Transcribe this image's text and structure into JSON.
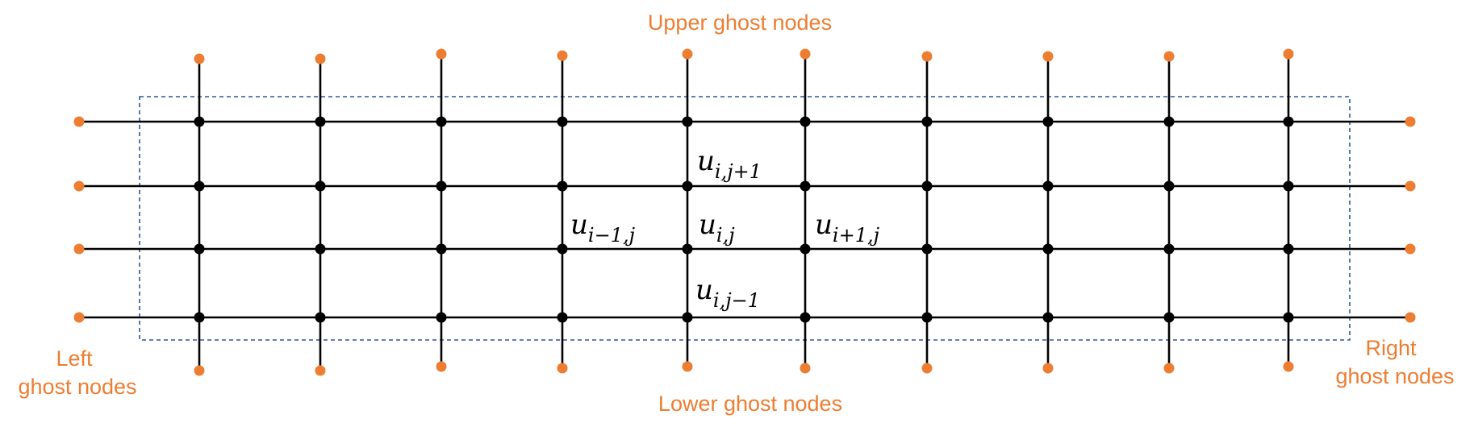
{
  "diagram": {
    "colors": {
      "interior_node": "#000000",
      "ghost_node": "#ED7D31",
      "grid_line": "#000000",
      "domain_boundary": "#2F5597",
      "label_text": "#ED7D31"
    },
    "grid": {
      "interior_columns": 10,
      "interior_rows": 4
    },
    "labels": {
      "upper": "Upper ghost nodes",
      "lower": "Lower ghost nodes",
      "left_line1": "Left",
      "left_line2": "ghost nodes",
      "right_line1": "Right",
      "right_line2": "ghost nodes"
    },
    "stencil": {
      "up": {
        "base": "u",
        "sub": "i,j+1"
      },
      "left": {
        "base": "u",
        "sub": "i−1,j"
      },
      "center": {
        "base": "u",
        "sub": "i,j"
      },
      "right": {
        "base": "u",
        "sub": "i+1,j"
      },
      "down": {
        "base": "u",
        "sub": "i,j−1"
      }
    }
  }
}
